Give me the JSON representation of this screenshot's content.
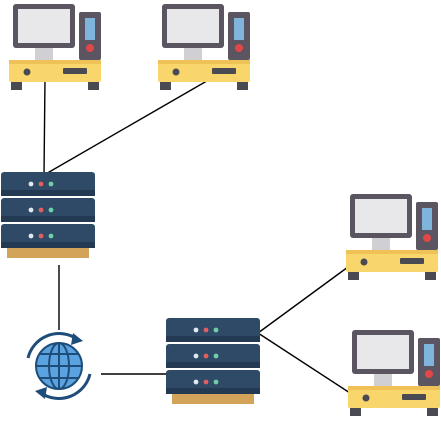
{
  "diagram": {
    "type": "network-topology",
    "background": "#ffffff",
    "line_color": "#000000",
    "nodes": [
      {
        "id": "computer-top-left",
        "kind": "computer",
        "icon": "desktop-computer-icon"
      },
      {
        "id": "computer-top-right",
        "kind": "computer",
        "icon": "desktop-computer-icon"
      },
      {
        "id": "server-left",
        "kind": "server",
        "icon": "server-rack-icon"
      },
      {
        "id": "internet-globe",
        "kind": "internet",
        "icon": "globe-sync-icon"
      },
      {
        "id": "server-right",
        "kind": "server",
        "icon": "server-rack-icon"
      },
      {
        "id": "computer-right-upper",
        "kind": "computer",
        "icon": "desktop-computer-icon"
      },
      {
        "id": "computer-right-lower",
        "kind": "computer",
        "icon": "desktop-computer-icon"
      }
    ],
    "links": [
      [
        "computer-top-left",
        "server-left"
      ],
      [
        "computer-top-right",
        "server-left"
      ],
      [
        "server-left",
        "internet-globe"
      ],
      [
        "internet-globe",
        "server-right"
      ],
      [
        "server-right",
        "computer-right-upper"
      ],
      [
        "server-right",
        "computer-right-lower"
      ]
    ],
    "colors": {
      "monitor_frame": "#5a5560",
      "monitor_screen": "#e8e8ea",
      "monitor_stand": "#cfcfd4",
      "desk_top": "#f8d66b",
      "desk_edge": "#eec257",
      "desk_legs": "#4a4a52",
      "tower_body": "#5a5560",
      "tower_front": "#7fb4dd",
      "tower_led": "#e04848",
      "server_unit": "#2e4a66",
      "server_unit_dark": "#243a52",
      "server_base": "#d4a35a",
      "server_led_green": "#6fd0a8",
      "server_led_white": "#dfe8ef",
      "server_led_red": "#e06060",
      "globe_fill": "#5ba3e0",
      "globe_lines": "#1e4d7a",
      "globe_ring": "#1e4d7a"
    }
  }
}
